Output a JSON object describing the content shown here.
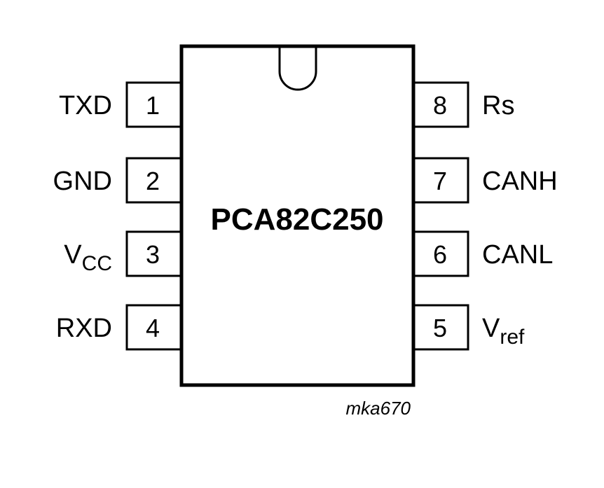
{
  "chip": {
    "name": "PCA82C250",
    "reference": "mka670"
  },
  "pins_left": [
    {
      "number": "1",
      "label": "TXD",
      "sub": ""
    },
    {
      "number": "2",
      "label": "GND",
      "sub": ""
    },
    {
      "number": "3",
      "label": "V",
      "sub": "CC"
    },
    {
      "number": "4",
      "label": "RXD",
      "sub": ""
    }
  ],
  "pins_right": [
    {
      "number": "8",
      "label": "Rs",
      "sub": ""
    },
    {
      "number": "7",
      "label": "CANH",
      "sub": ""
    },
    {
      "number": "6",
      "label": "CANL",
      "sub": ""
    },
    {
      "number": "5",
      "label": "V",
      "sub": "ref"
    }
  ]
}
